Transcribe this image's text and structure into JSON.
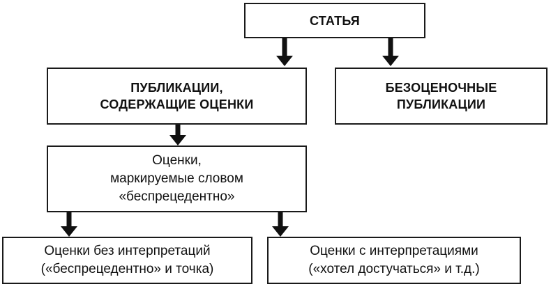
{
  "colors": {
    "background": "#ffffff",
    "border": "#1a1a1a",
    "text": "#111111",
    "arrow": "#111111"
  },
  "diagram": {
    "type": "flowchart",
    "nodes": {
      "article": {
        "lines": [
          "СТАТЬЯ"
        ]
      },
      "publications_with_evaluations": {
        "lines": [
          "ПУБЛИКАЦИИ,",
          "СОДЕРЖАЩИЕ ОЦЕНКИ"
        ]
      },
      "non_evaluative_publications": {
        "lines": [
          "БЕЗОЦЕНОЧНЫЕ",
          "ПУБЛИКАЦИИ"
        ]
      },
      "evaluations_marked_unprecedented": {
        "lines": [
          "Оценки,",
          "маркируемые словом",
          "«беспрецедентно»"
        ]
      },
      "evaluations_without_interpretations": {
        "lines": [
          "Оценки без интерпретаций",
          "(«беспрецедентно» и точка)"
        ]
      },
      "evaluations_with_interpretations": {
        "lines": [
          "Оценки с интерпретациями",
          "(«хотел достучаться» и т.д.)"
        ]
      }
    },
    "edges": [
      {
        "from": "article",
        "to": "publications_with_evaluations"
      },
      {
        "from": "article",
        "to": "non_evaluative_publications"
      },
      {
        "from": "publications_with_evaluations",
        "to": "evaluations_marked_unprecedented"
      },
      {
        "from": "evaluations_marked_unprecedented",
        "to": "evaluations_without_interpretations"
      },
      {
        "from": "evaluations_marked_unprecedented",
        "to": "evaluations_with_interpretations"
      }
    ]
  }
}
